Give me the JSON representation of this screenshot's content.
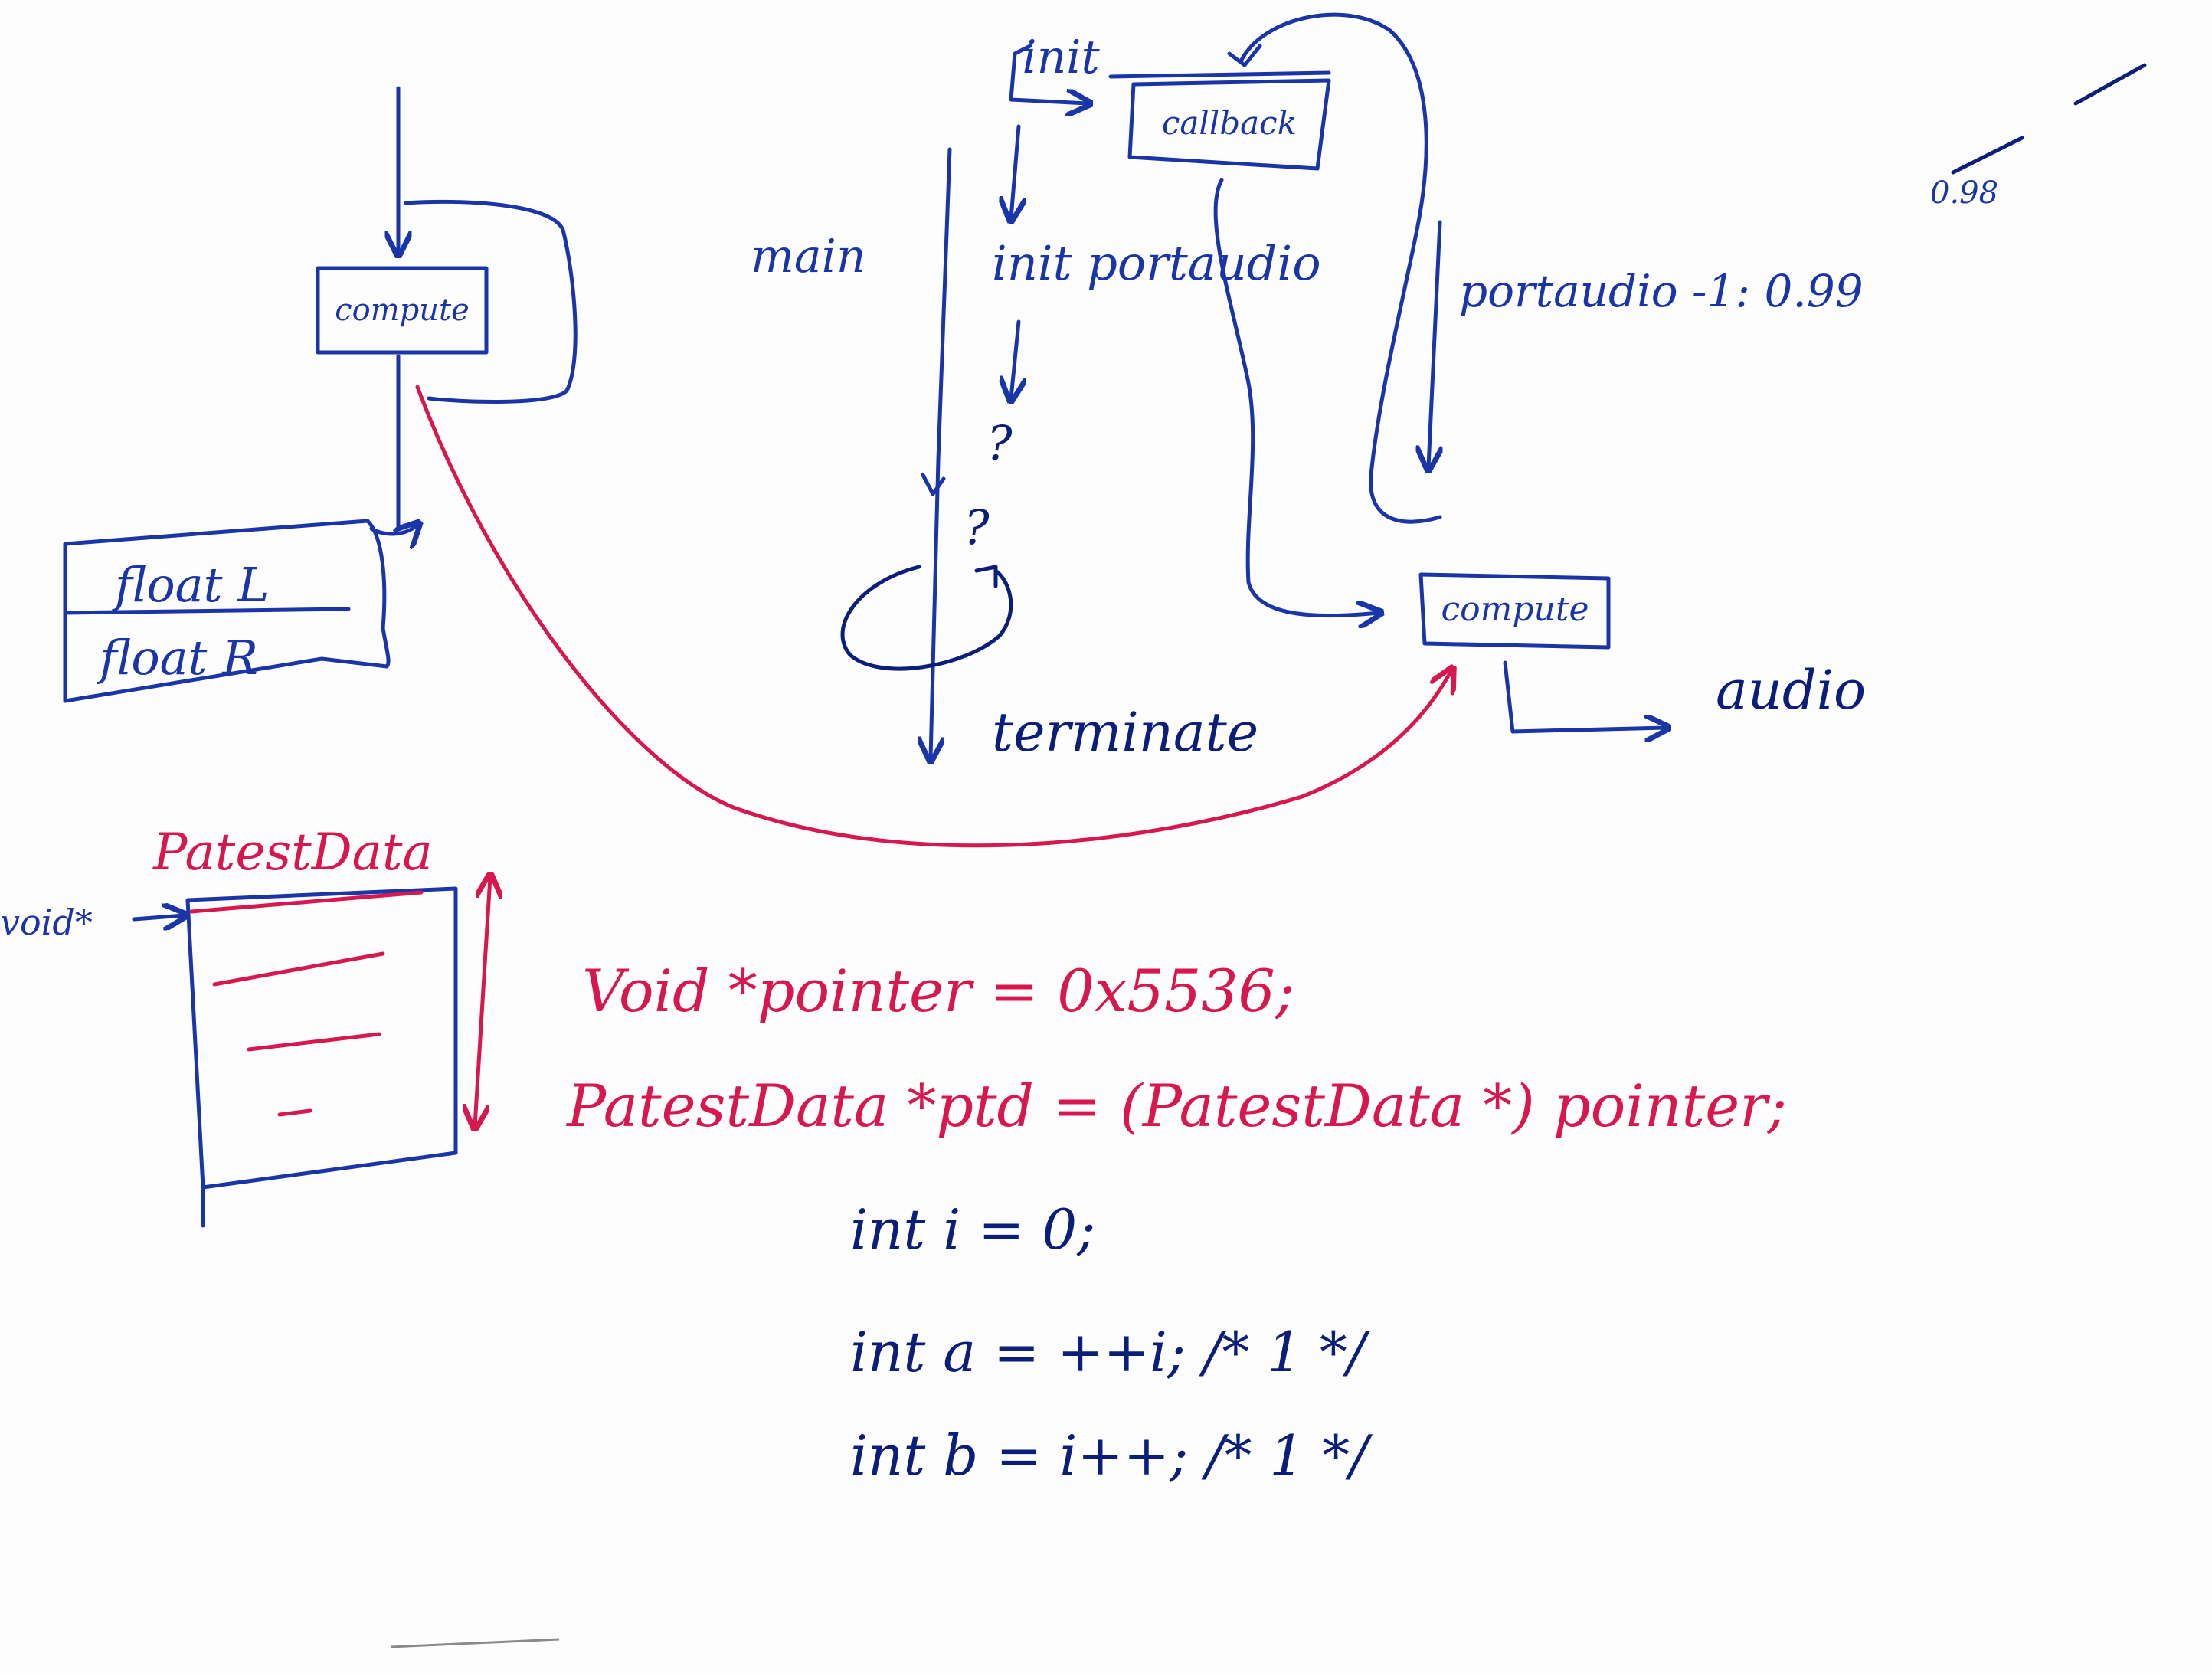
{
  "colors": {
    "blue_marker": "#1a35a8",
    "red_marker": "#d8174e",
    "navy_marker": "#0b1f7a",
    "board": "#fdfdfd"
  },
  "left_flow": {
    "compute_box": "compute",
    "struct_field_1": "float L",
    "struct_field_2": "float R"
  },
  "top_flow": {
    "init": "init",
    "callback_box": "callback",
    "main": "main",
    "init_portaudio": "init portaudio",
    "question_1": "?",
    "question_2": "?",
    "terminate": "terminate",
    "portaudio_range": "portaudio -1: 0.99",
    "value_098": "0.98",
    "compute_box": "compute",
    "audio": "audio"
  },
  "struct_diagram": {
    "title": "PatestData",
    "pointer_label": "void*"
  },
  "code": {
    "line1": "Void *pointer = 0x5536;",
    "line2": "PatestData *ptd = (PatestData *) pointer;",
    "line3": "int i = 0;",
    "line4": "int a = ++i; /* 1 */",
    "line5": "int b = i++; /* 1 */"
  }
}
